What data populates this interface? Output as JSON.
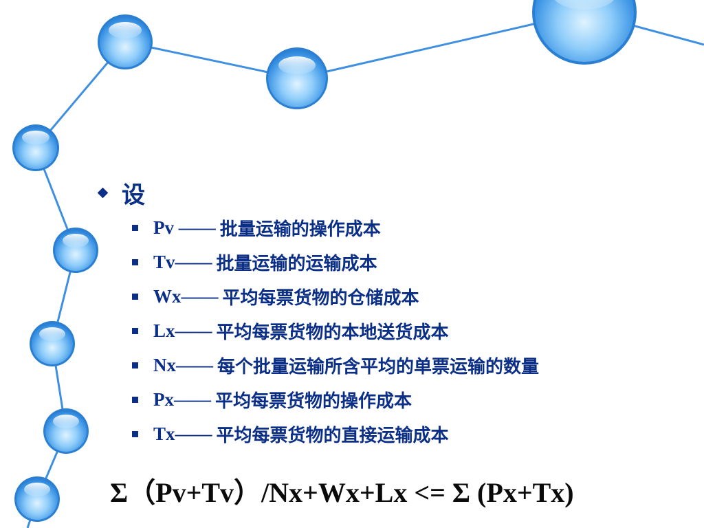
{
  "heading": "设",
  "items": [
    {
      "term": "Pv ——",
      "desc": "批量运输的操作成本"
    },
    {
      "term": "Tv——",
      "desc": "批量运输的运输成本"
    },
    {
      "term": "Wx——",
      "desc": "平均每票货物的仓储成本"
    },
    {
      "term": "Lx——",
      "desc": "平均每票货物的本地送货成本"
    },
    {
      "term": "Nx——",
      "desc": "每个批量运输所含平均的单票运输的数量"
    },
    {
      "term": "Px——",
      "desc": "平均每票货物的操作成本"
    },
    {
      "term": "Tx——",
      "desc": "平均每票货物的直接运输成本"
    }
  ],
  "formula": "Σ（Pv+Tv）/Nx+Wx+Lx <= Σ (Px+Tx)",
  "colors": {
    "text": "#0b2f86",
    "line": "#3f8fe0",
    "sphere": "#52a8ef"
  }
}
